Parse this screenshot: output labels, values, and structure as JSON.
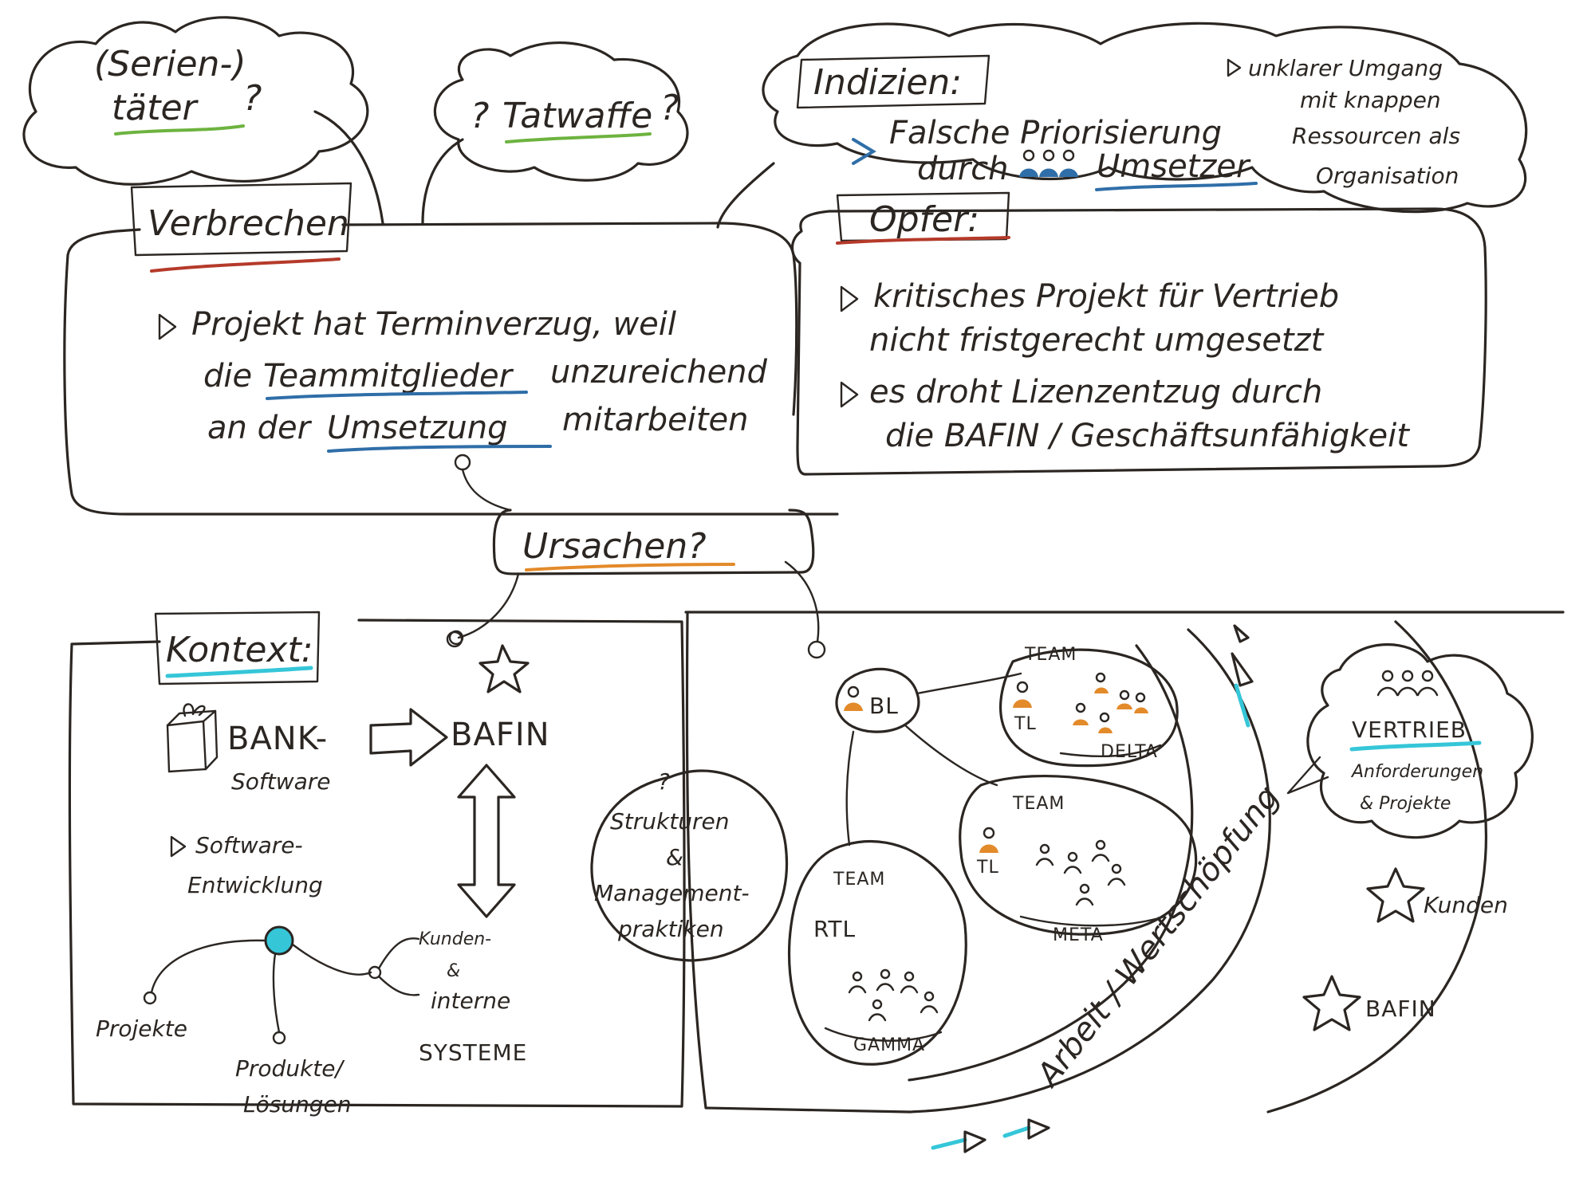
{
  "clouds": {
    "serientaeter_1": "(Serien-)",
    "serientaeter_2": "täter",
    "serientaeter_q": "?",
    "tatwaffe_q1": "?",
    "tatwaffe": "Tatwaffe",
    "tatwaffe_q2": "?"
  },
  "indizien": {
    "title": "Indizien:",
    "line1": "Falsche Priorisierung",
    "line2a": "durch",
    "line2b": "Umsetzer",
    "right1": "unklarer Umgang",
    "right2": "mit knappen",
    "right3": "Ressourcen als",
    "right4": "Organisation"
  },
  "verbrechen": {
    "title": "Verbrechen",
    "line1": "Projekt hat Terminverzug, weil",
    "line2a": "die",
    "line2b": "Teammitglieder",
    "line2c": "unzureichend",
    "line3a": "an der",
    "line3b": "Umsetzung",
    "line3c": "mitarbeiten"
  },
  "opfer": {
    "title": "Opfer:",
    "line1": "kritisches Projekt für Vertrieb",
    "line2": "nicht fristgerecht umgesetzt",
    "line3": "es droht Lizenzentzug durch",
    "line4": "die BAFIN / Geschäftsunfähigkeit"
  },
  "ursachen": {
    "title": "Ursachen?"
  },
  "kontext": {
    "title": "Kontext:",
    "bank": "BANK-",
    "software": "Software",
    "bafin": "BAFIN",
    "dev1": "Software-",
    "dev2": "Entwicklung",
    "projekte": "Projekte",
    "produkte1": "Produkte/",
    "produkte2": "Lösungen",
    "kunden1": "Kunden-",
    "kunden2": "&",
    "kunden3": "interne",
    "kunden4": "SYSTEME"
  },
  "strukturen": {
    "q": "?",
    "line1": "Strukturen",
    "line2": "&",
    "line3": "Management-",
    "line4": "praktiken"
  },
  "org": {
    "bl": "BL",
    "team": "TEAM",
    "tl": "TL",
    "delta": "DELTA",
    "meta": "META",
    "gamma": "GAMMA",
    "rtl": "RTL",
    "vertrieb": "VERTRIEB",
    "anf1": "Anforderungen",
    "anf2": "& Projekte",
    "kunden": "Kunden",
    "bafin": "BAFIN",
    "arbeit": "Arbeit / Wertschöpfung"
  },
  "colors": {
    "ink": "#2b2622",
    "green": "#6db33f",
    "red": "#b53a2a",
    "blue": "#2f6ea8",
    "orange": "#e38a2a",
    "cyan": "#35c6d8"
  }
}
